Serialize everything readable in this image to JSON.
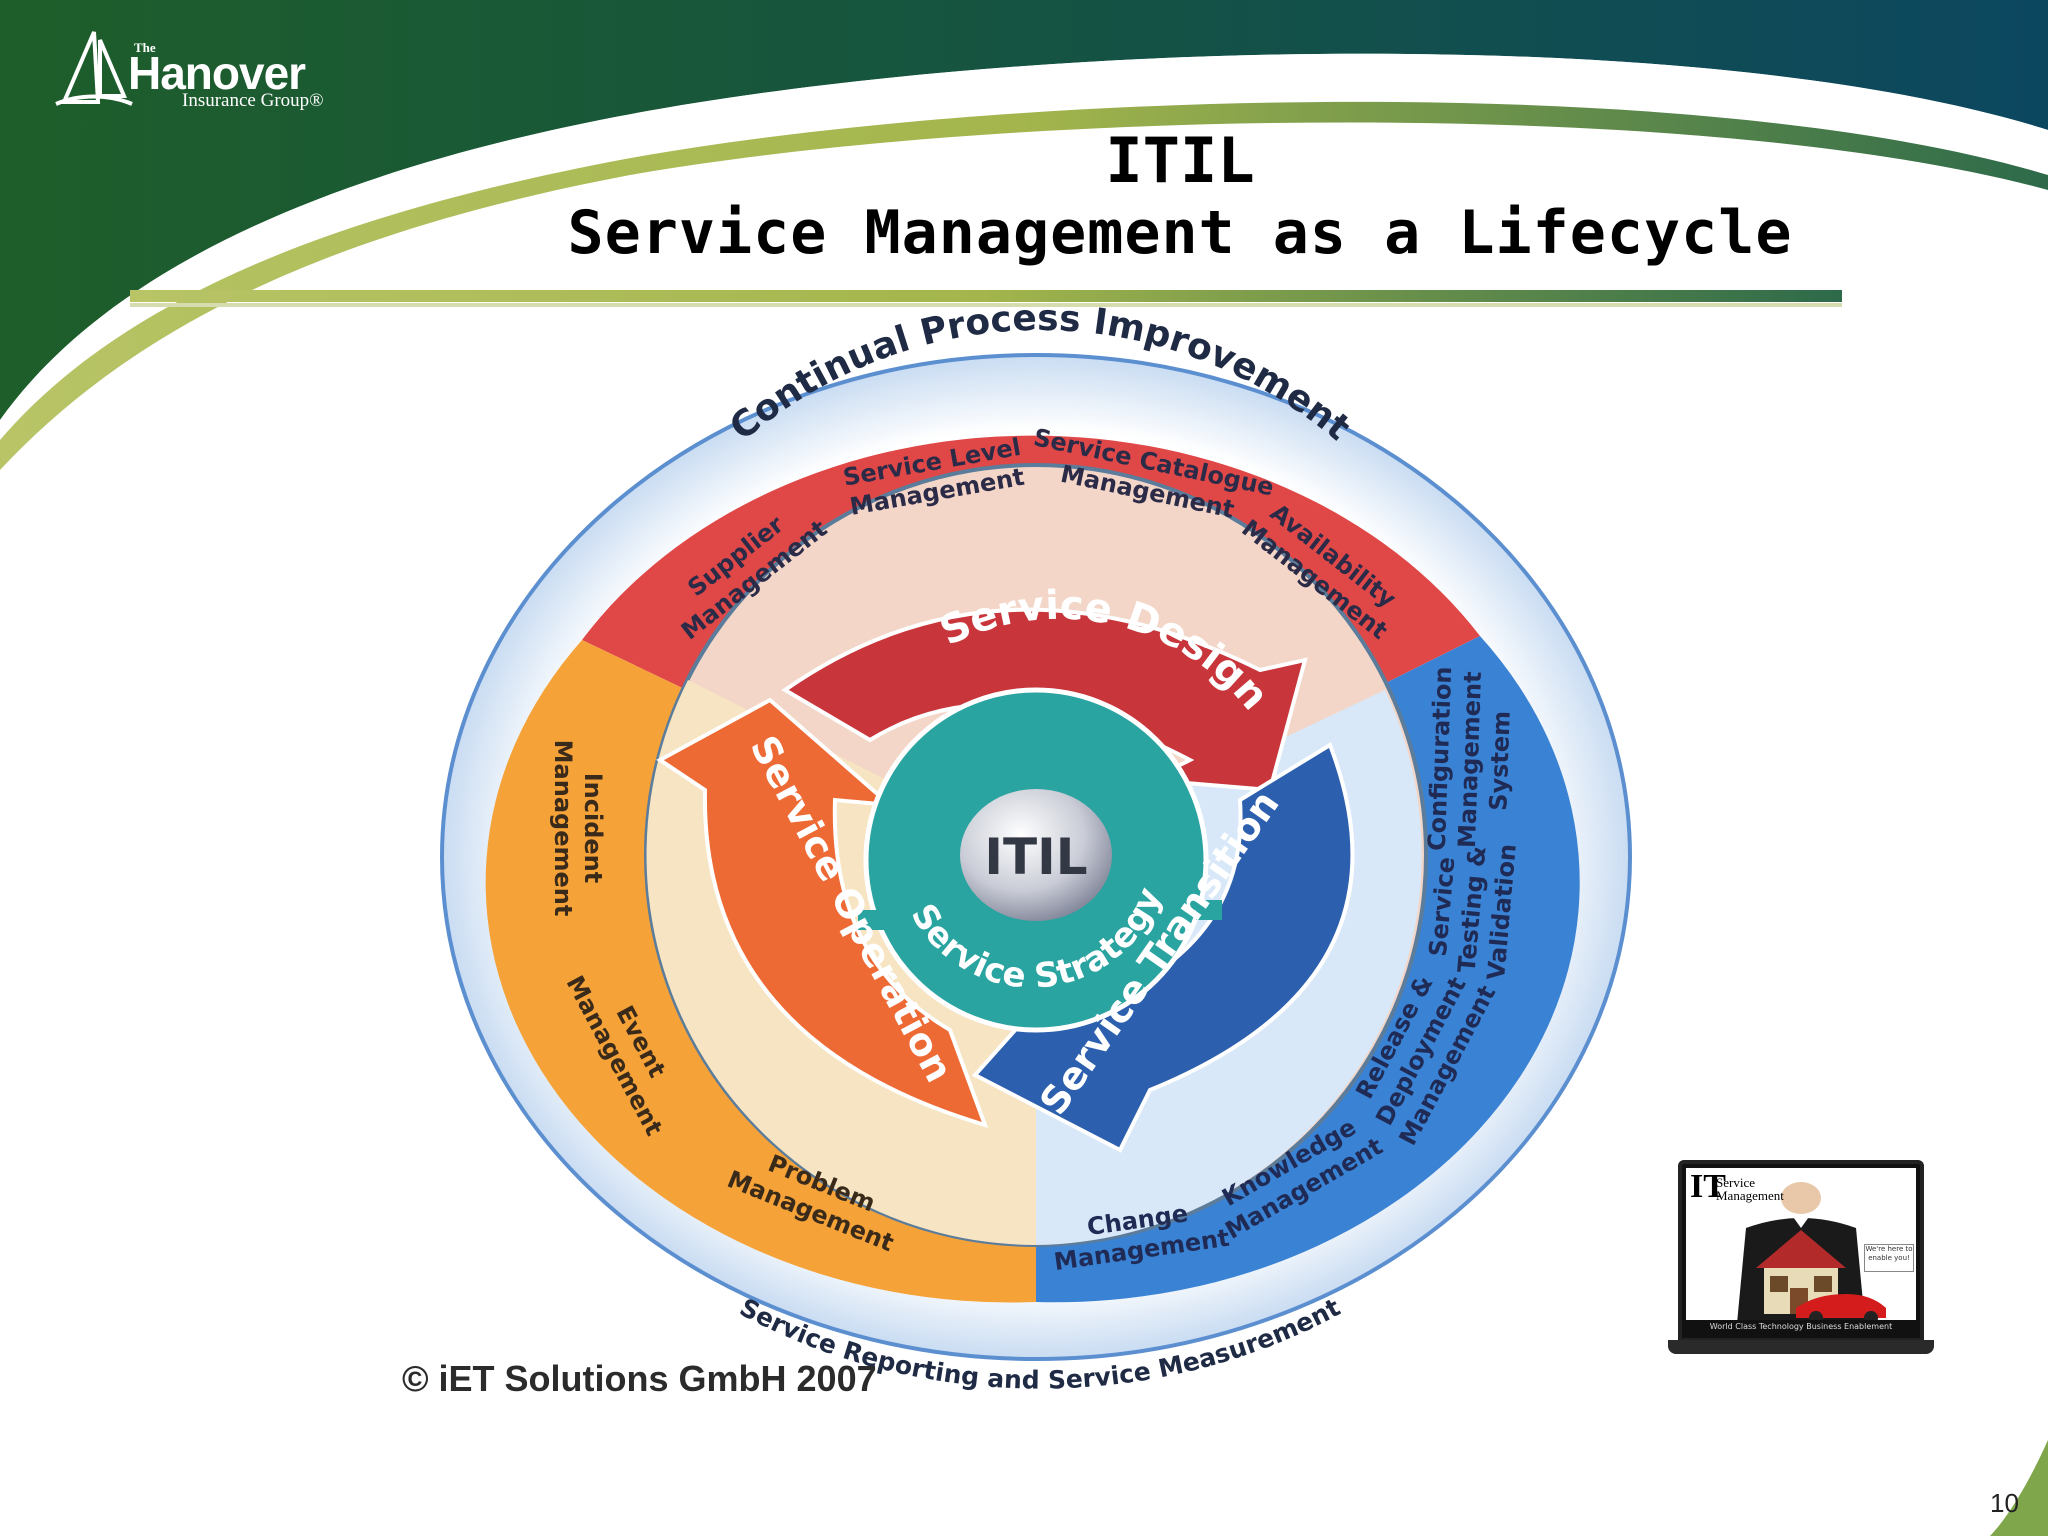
{
  "logo": {
    "the": "The",
    "name": "Hanover",
    "sub": "Insurance Group®"
  },
  "title": {
    "line1": "ITIL",
    "line2": "Service Management as a Lifecycle"
  },
  "diagram": {
    "outer_top": "Continual Process Improvement",
    "outer_bottom": "Service Reporting and Service Measurement",
    "center": "ITIL",
    "strategy": "Service Strategy",
    "design": "Service Design",
    "transition": "Service Transition",
    "operation": "Service Operation",
    "design_processes": {
      "supplier": [
        "Supplier",
        "Management"
      ],
      "slm": [
        "Service Level",
        "Management"
      ],
      "catalogue": [
        "Service Catalogue",
        "Management"
      ],
      "availability": [
        "Availability",
        "Management"
      ]
    },
    "transition_processes": {
      "config": [
        "Configuration",
        "Management",
        "System"
      ],
      "testing": [
        "Service",
        "Testing &",
        "Validation"
      ],
      "release": [
        "Release &",
        "Deployment",
        "Management"
      ],
      "knowledge": [
        "Knowledge",
        "Management"
      ],
      "change": [
        "Change",
        "Management"
      ]
    },
    "operation_processes": {
      "incident": [
        "Incident",
        "Management"
      ],
      "event": [
        "Event",
        "Management"
      ],
      "problem": [
        "Problem",
        "Management"
      ]
    }
  },
  "copyright": "© iET Solutions GmbH 2007",
  "laptop": {
    "it": "IT",
    "service": "Service",
    "management": "Management",
    "bubble": "We're here to enable you!",
    "tagline": "World Class Technology Business Enablement"
  },
  "page_number": "10"
}
